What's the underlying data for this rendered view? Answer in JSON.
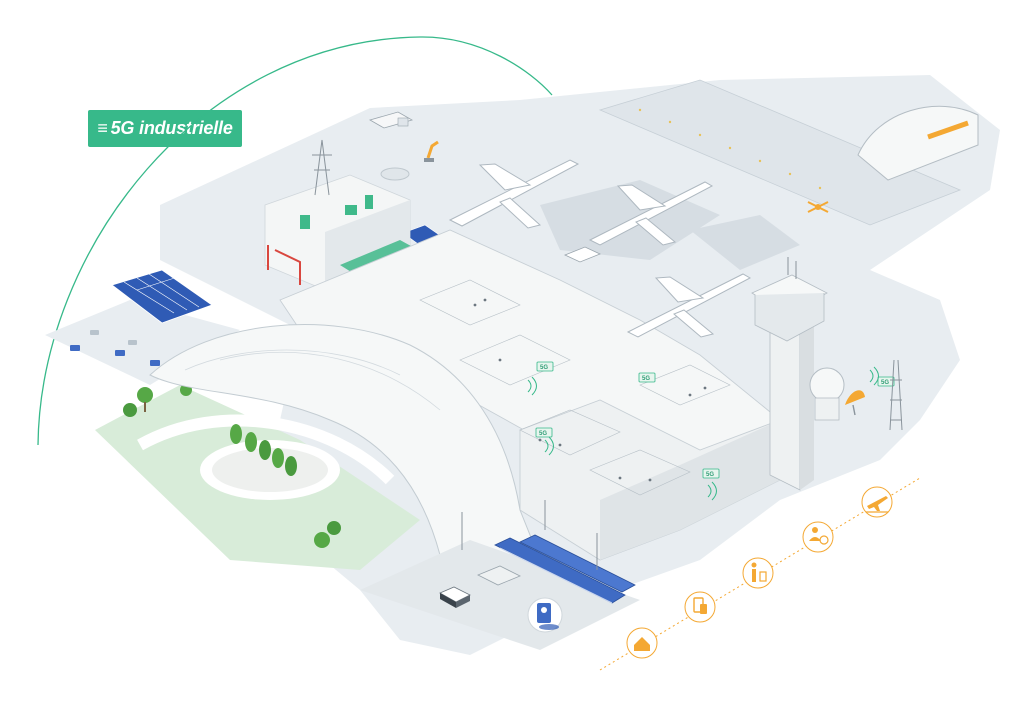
{
  "brand": {
    "label": "5G industrielle",
    "prefix": "≡"
  },
  "badges": {
    "b1": "5G",
    "b2": "5G",
    "b3": "5G",
    "b4": "5G",
    "b5": "5G"
  },
  "colors": {
    "accent_green": "#37b98a",
    "ground": "#e8edf1",
    "ground_dark": "#d6dde3",
    "building": "#f4f6f6",
    "building_side": "#d9dee1",
    "park": "#d8ecd9",
    "tree": "#56a846",
    "solar": "#2f5bb5",
    "train": "#3f6bc4",
    "timeline_orange": "#f4a833"
  },
  "icons": {
    "timeline": [
      "home-icon",
      "phone-tablet-icon",
      "person-luggage-icon",
      "person-badge-icon",
      "airplane-icon"
    ],
    "scene": [
      "solar-panel-icon",
      "airplane-icon",
      "control-tower-icon",
      "train-icon",
      "bus-icon",
      "drone-icon",
      "radar-dome-icon",
      "hangar-icon",
      "truck-icon",
      "tree-icon",
      "mobile-location-icon"
    ]
  }
}
